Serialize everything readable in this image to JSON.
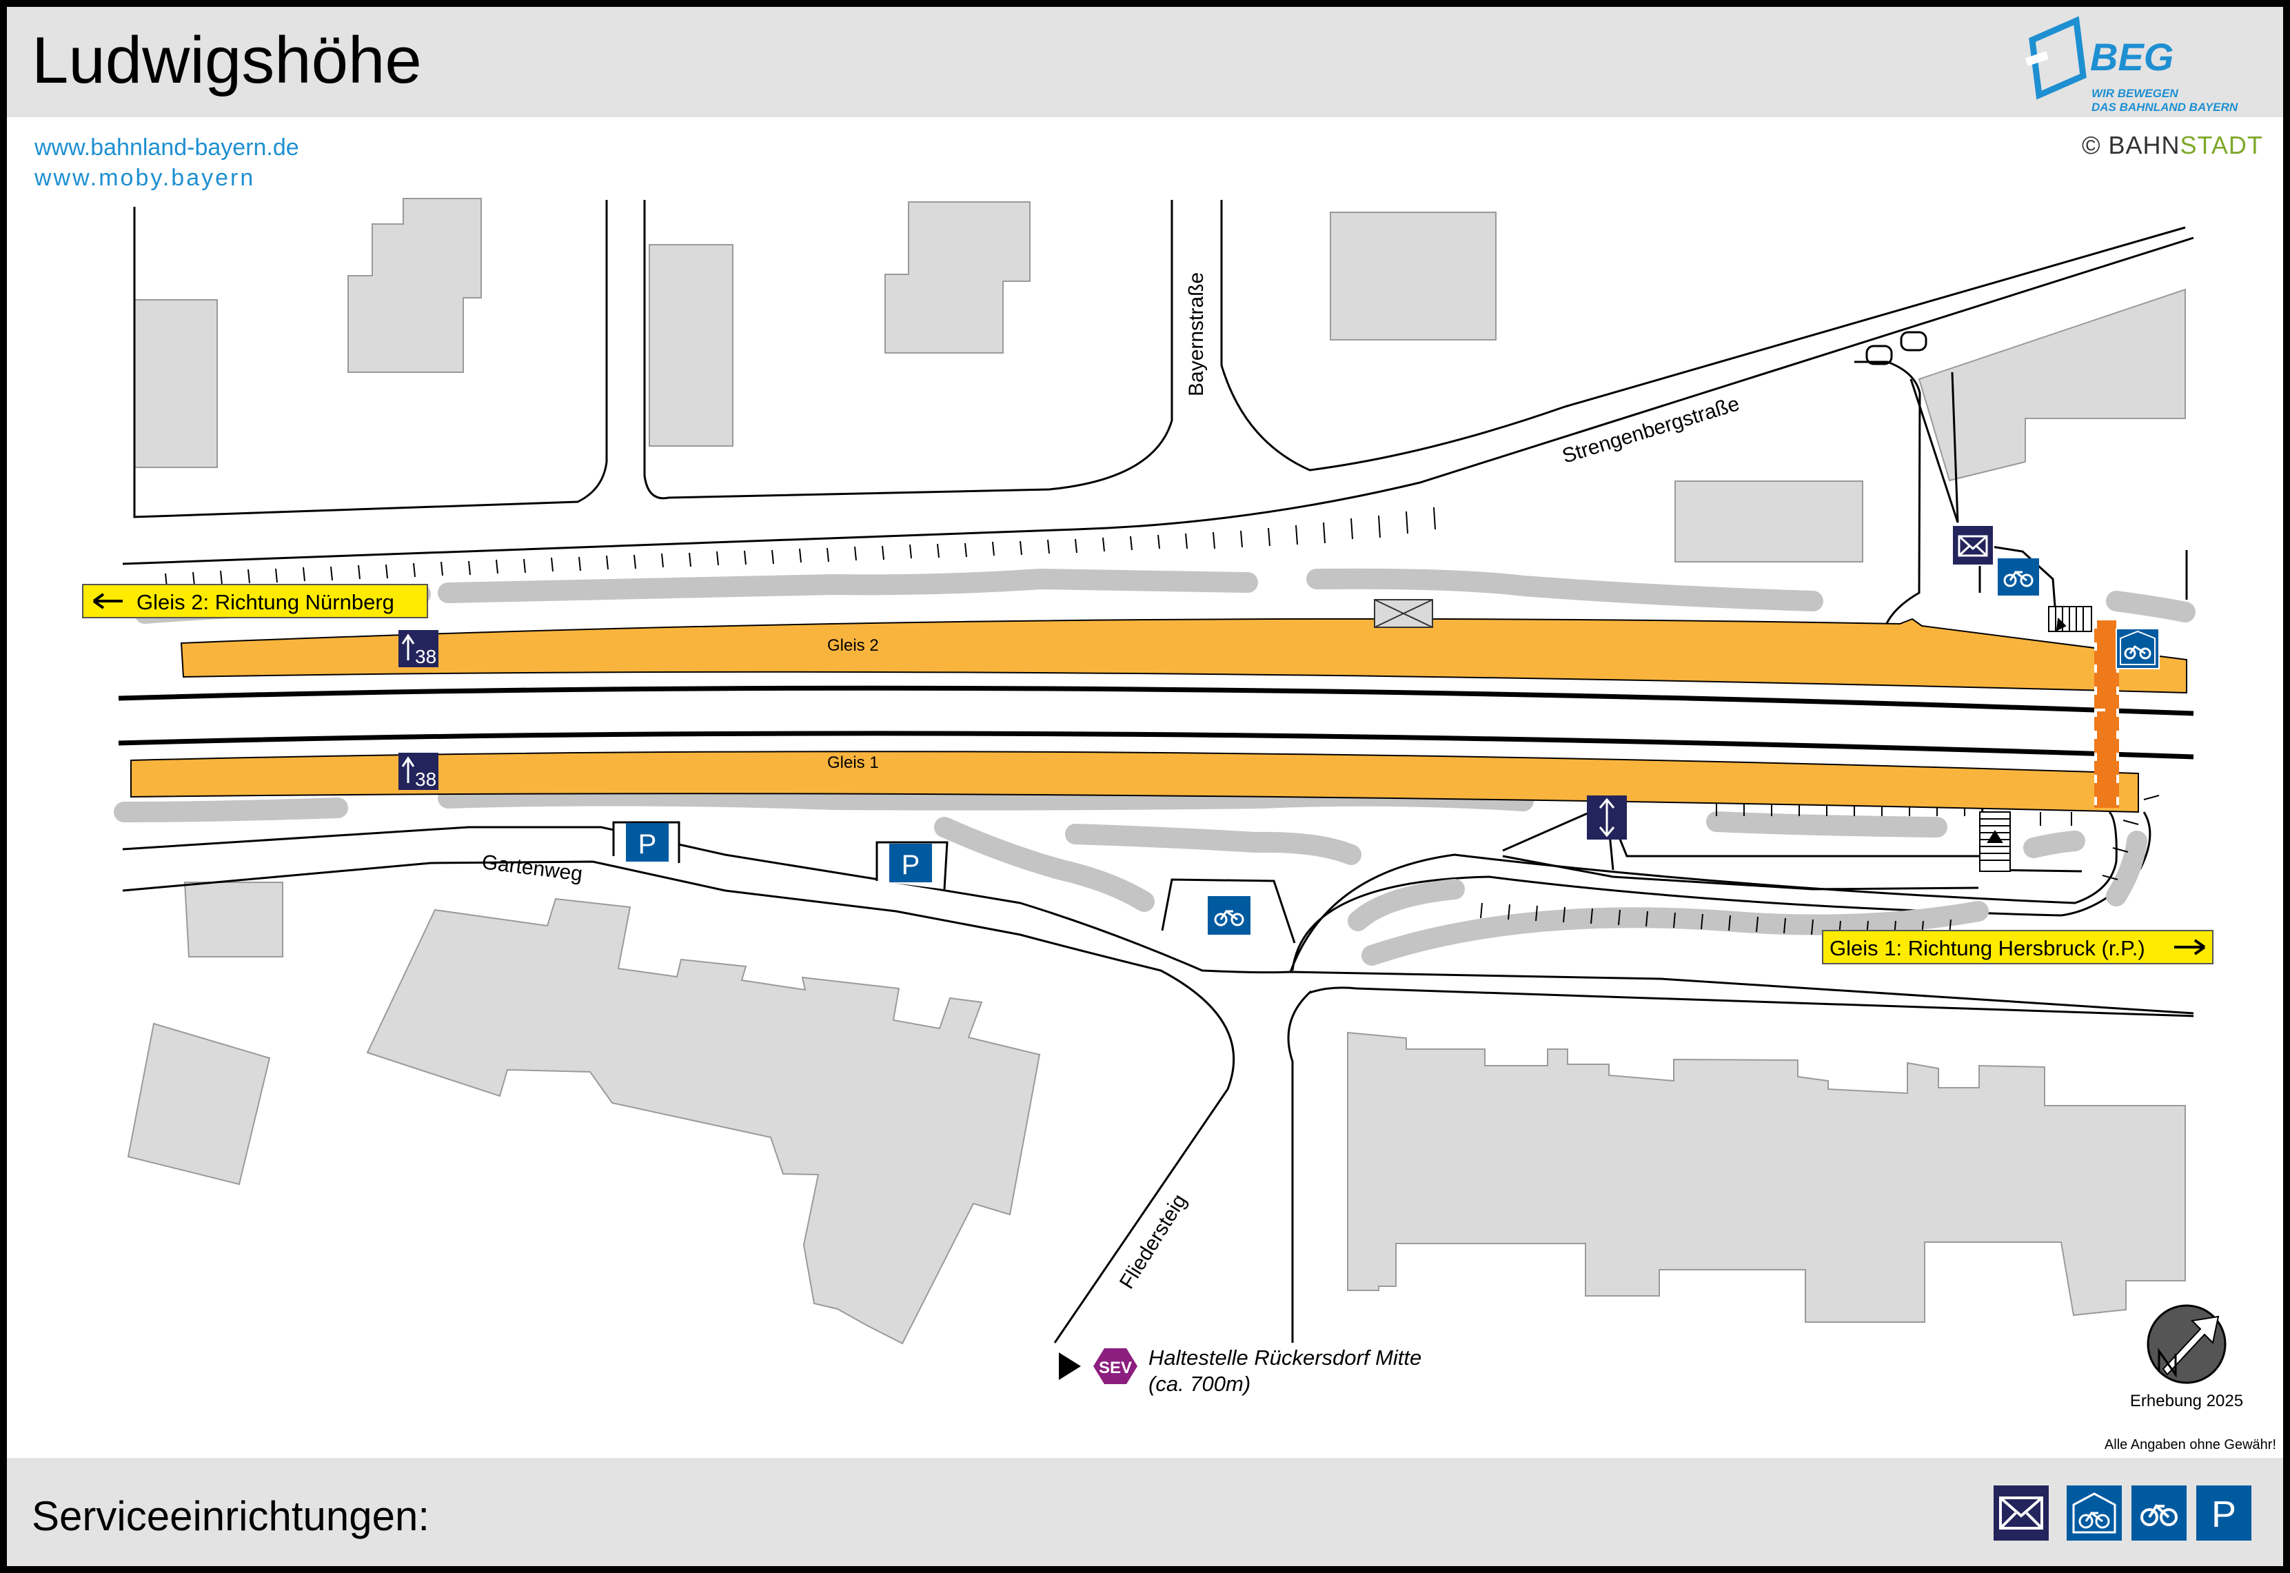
{
  "station": {
    "name": "Ludwigshöhe",
    "links": [
      "www.bahnland-bayern.de",
      "www.moby.bayern"
    ]
  },
  "brand": {
    "logo_word": "BEG",
    "tagline_1": "WIR BEWEGEN",
    "tagline_2": "DAS BAHNLAND BAYERN",
    "copyright_prefix": "© BAHN",
    "copyright_suffix": "STADT",
    "accent": "#1e8fd1"
  },
  "streets": {
    "bayernstrasse": "Bayernstraße",
    "strengenbergstrasse": "Strengenbergstraße",
    "gartenweg": "Gartenweg",
    "fliedersteig": "Fliedersteig"
  },
  "platforms": {
    "gleis2": "Gleis 2",
    "gleis1": "Gleis 1",
    "height_label": "38",
    "color": "#f9b43e"
  },
  "directions": {
    "gleis2": "Gleis 2: Richtung Nürnberg",
    "gleis1": "Gleis 1: Richtung Hersbruck (r.P.)"
  },
  "sev": {
    "badge": "SEV",
    "line1": "Haltestelle Rückersdorf Mitte",
    "line2": "(ca. 700m)",
    "color": "#8b1e7e"
  },
  "survey": "Erhebung 2025",
  "disclaimer": "Alle Angaben ohne Gewähr!",
  "footer": {
    "label": "Serviceeinrichtungen:",
    "icons": [
      "letterbox-icon",
      "bike-box-icon",
      "bike-parking-icon",
      "parking-icon"
    ]
  },
  "icons": {
    "parking": "P"
  }
}
